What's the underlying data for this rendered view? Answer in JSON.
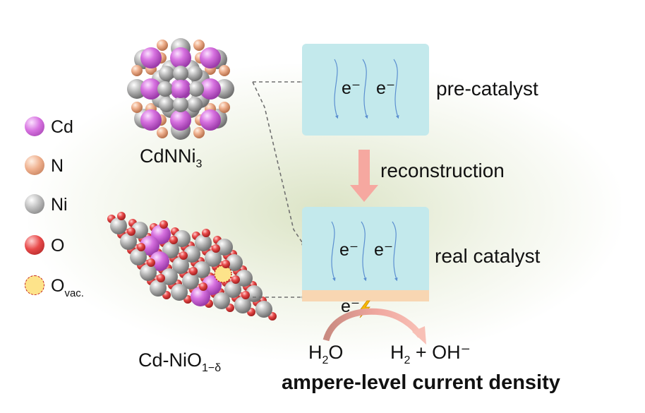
{
  "legend": [
    {
      "label": "Cd",
      "color": "#d772e0"
    },
    {
      "label": "N",
      "color": "#efb08e"
    },
    {
      "label": "Ni",
      "color": "#bcbcbc"
    },
    {
      "label": "O",
      "color": "#e84a4a"
    },
    {
      "label": "O",
      "sub": "vac.",
      "color": "#fde38a"
    }
  ],
  "precatalyst_formula": {
    "base": "CdNNi",
    "sub": "3"
  },
  "realcatalyst_formula": {
    "base": "Cd-NiO",
    "sub": "1−δ"
  },
  "box_top": {
    "electrons": [
      "e⁻",
      "e⁻"
    ],
    "label": "pre-catalyst"
  },
  "arrow_label": "reconstruction",
  "box_bottom": {
    "electrons": [
      "e⁻",
      "e⁻"
    ],
    "label": "real catalyst"
  },
  "surface_electron": "e⁻",
  "reaction": {
    "reactant": {
      "base": "H",
      "sub": "2",
      "rest": "O"
    },
    "product": {
      "base": "H",
      "sub": "2",
      "rest": " + OH⁻"
    }
  },
  "caption": "ampere-level current density",
  "colors": {
    "box": "#c3e9ec",
    "box_strip": "#f8d6b2",
    "arrow": "#f6a8a0",
    "dash": "#707070",
    "cd": "#d772e0",
    "n": "#efb08e",
    "ni": "#bcbcbc",
    "o": "#e84a4a",
    "ovac": "#fde38a"
  }
}
